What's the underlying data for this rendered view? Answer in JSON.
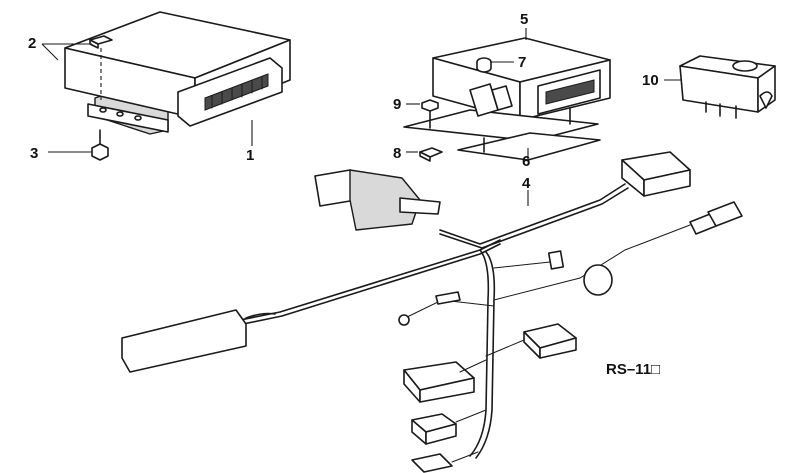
{
  "callouts": [
    {
      "id": "1",
      "label": "1"
    },
    {
      "id": "2",
      "label": "2"
    },
    {
      "id": "3",
      "label": "3"
    },
    {
      "id": "4",
      "label": "4"
    },
    {
      "id": "5",
      "label": "5"
    },
    {
      "id": "6",
      "label": "6"
    },
    {
      "id": "7",
      "label": "7"
    },
    {
      "id": "8",
      "label": "8"
    },
    {
      "id": "9",
      "label": "9"
    },
    {
      "id": "10",
      "label": "10"
    }
  ],
  "diagram_code": "RS–11□"
}
